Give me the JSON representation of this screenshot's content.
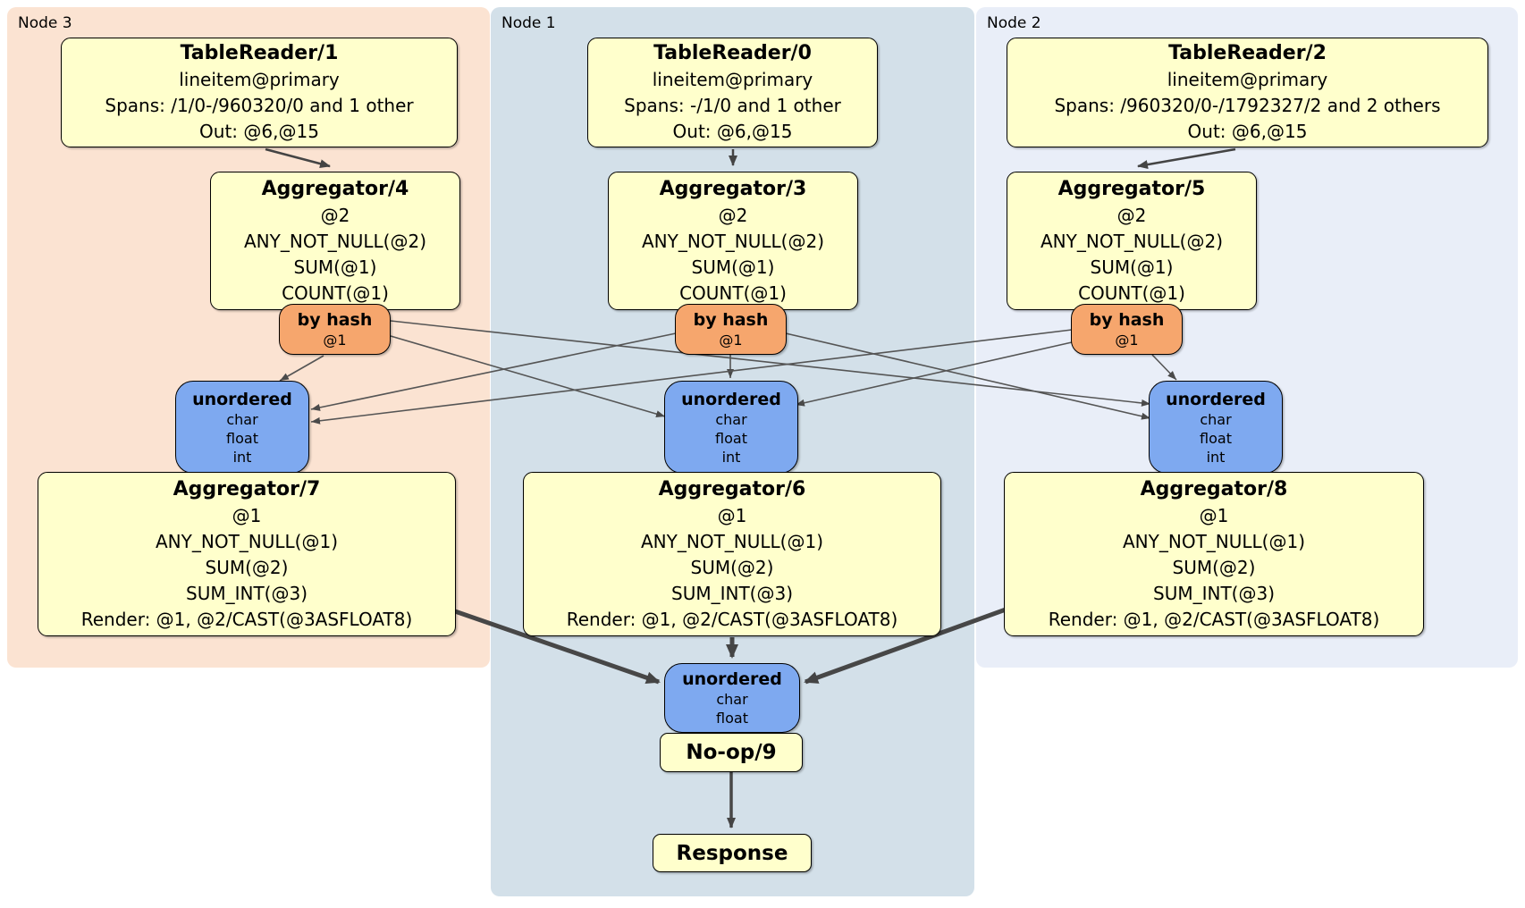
{
  "diagram": {
    "regions": {
      "node3": {
        "label": "Node 3"
      },
      "node1": {
        "label": "Node 1"
      },
      "node2": {
        "label": "Node 2"
      }
    },
    "boxes": {
      "tr1": {
        "title": "TableReader/1",
        "lines": [
          "lineitem@primary",
          "Spans: /1/0-/960320/0 and 1 other",
          "Out: @6,@15"
        ]
      },
      "tr0": {
        "title": "TableReader/0",
        "lines": [
          "lineitem@primary",
          "Spans: -/1/0 and 1 other",
          "Out: @6,@15"
        ]
      },
      "tr2": {
        "title": "TableReader/2",
        "lines": [
          "lineitem@primary",
          "Spans: /960320/0-/1792327/2 and 2 others",
          "Out: @6,@15"
        ]
      },
      "agg4": {
        "title": "Aggregator/4",
        "lines": [
          "@2",
          "ANY_NOT_NULL(@2)",
          "SUM(@1)",
          "COUNT(@1)"
        ]
      },
      "agg3": {
        "title": "Aggregator/3",
        "lines": [
          "@2",
          "ANY_NOT_NULL(@2)",
          "SUM(@1)",
          "COUNT(@1)"
        ]
      },
      "agg5": {
        "title": "Aggregator/5",
        "lines": [
          "@2",
          "ANY_NOT_NULL(@2)",
          "SUM(@1)",
          "COUNT(@1)"
        ]
      },
      "hash4": {
        "title": "by hash",
        "lines": [
          "@1"
        ]
      },
      "hash3": {
        "title": "by hash",
        "lines": [
          "@1"
        ]
      },
      "hash5": {
        "title": "by hash",
        "lines": [
          "@1"
        ]
      },
      "sync7": {
        "title": "unordered",
        "lines": [
          "char",
          "float",
          "int"
        ]
      },
      "sync6": {
        "title": "unordered",
        "lines": [
          "char",
          "float",
          "int"
        ]
      },
      "sync8": {
        "title": "unordered",
        "lines": [
          "char",
          "float",
          "int"
        ]
      },
      "agg7": {
        "title": "Aggregator/7",
        "lines": [
          "@1",
          "ANY_NOT_NULL(@1)",
          "SUM(@2)",
          "SUM_INT(@3)",
          "Render: @1, @2/CAST(@3ASFLOAT8)"
        ]
      },
      "agg6": {
        "title": "Aggregator/6",
        "lines": [
          "@1",
          "ANY_NOT_NULL(@1)",
          "SUM(@2)",
          "SUM_INT(@3)",
          "Render: @1, @2/CAST(@3ASFLOAT8)"
        ]
      },
      "agg8": {
        "title": "Aggregator/8",
        "lines": [
          "@1",
          "ANY_NOT_NULL(@1)",
          "SUM(@2)",
          "SUM_INT(@3)",
          "Render: @1, @2/CAST(@3ASFLOAT8)"
        ]
      },
      "syncFinal": {
        "title": "unordered",
        "lines": [
          "char",
          "float"
        ]
      },
      "noop": {
        "title": "No-op/9"
      },
      "response": {
        "title": "Response"
      }
    },
    "colors": {
      "processor_fill": "#ffffcc",
      "router_fill": "#f6a66d",
      "sync_fill": "#7ea9f0",
      "node3_bg": "#fbe3d2",
      "node1_bg": "#d3e0e9",
      "node2_bg": "#e9eef8",
      "edge": "#4a4a4a"
    }
  }
}
